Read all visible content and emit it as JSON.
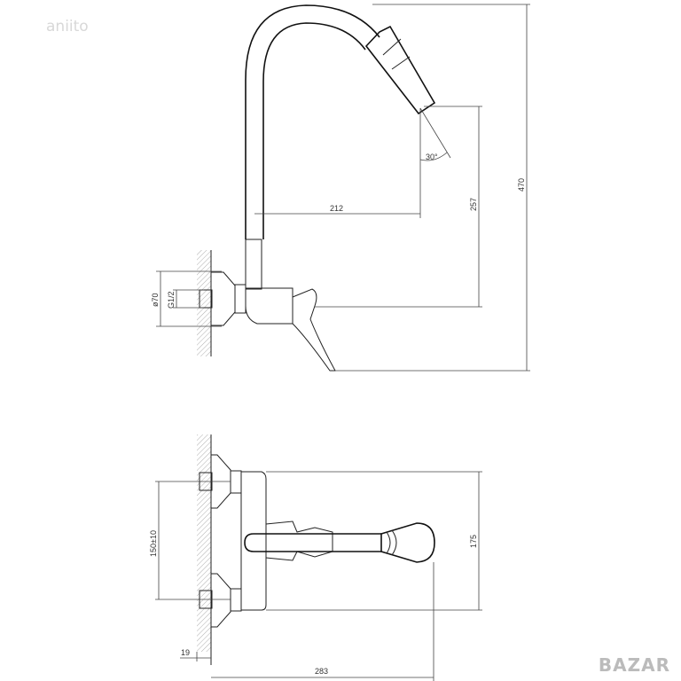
{
  "watermark": "aniito",
  "logo": "BAZAR",
  "side_view": {
    "angle_label": "30°",
    "reach_label": "212",
    "spout_height_label": "257",
    "total_height_label": "470",
    "flange_diameter_label": "ø70",
    "thread_label": "G1/2"
  },
  "top_view": {
    "inlet_spacing_label": "150±10",
    "body_width_label": "175",
    "wall_offset_label": "19",
    "total_depth_label": "283"
  }
}
